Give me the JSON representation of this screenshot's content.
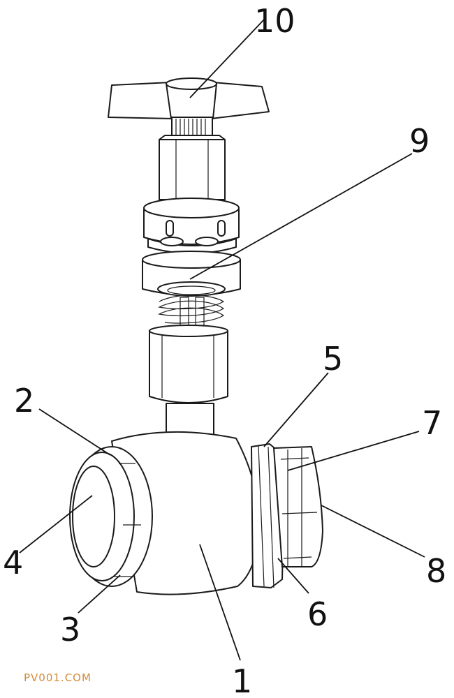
{
  "labels": {
    "l1": "1",
    "l2": "2",
    "l3": "3",
    "l4": "4",
    "l5": "5",
    "l6": "6",
    "l7": "7",
    "l8": "8",
    "l9": "9",
    "l10": "10"
  },
  "watermark": "PV001.COM",
  "colors": {
    "line": "#1a1a1a",
    "watermark": "#d48a36"
  }
}
